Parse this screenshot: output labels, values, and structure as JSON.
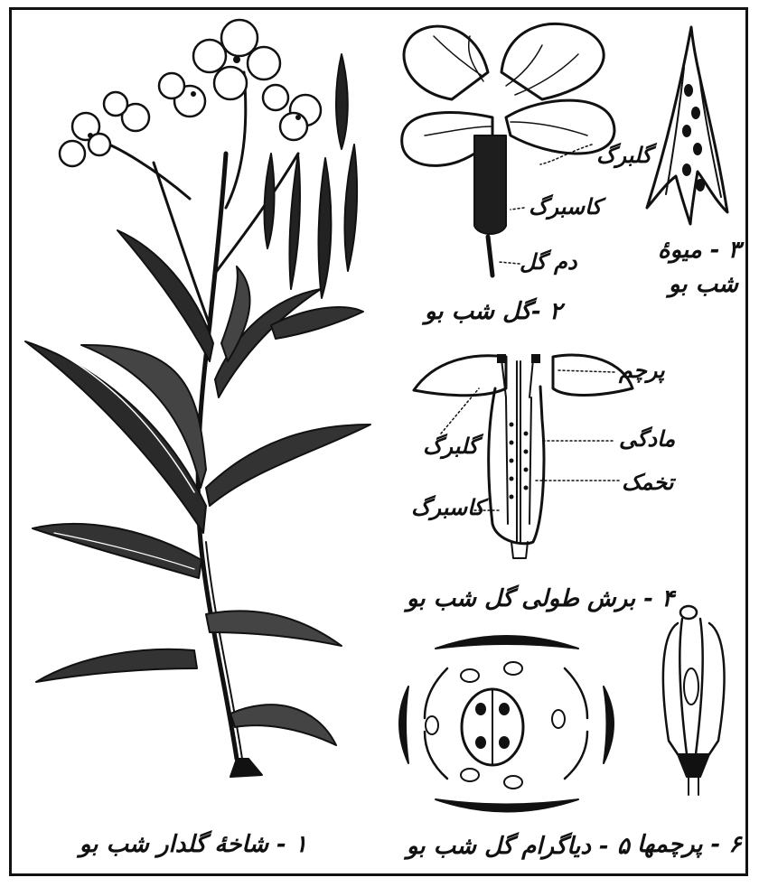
{
  "figures": {
    "fig1": {
      "caption": "۱ - شاخهٔ گلدار شب بو"
    },
    "fig2": {
      "caption": "۲ -گل شب بو",
      "labels": {
        "petal": "گلبرگ",
        "sepal": "کاسبرگ",
        "pedicel": "دم گل"
      }
    },
    "fig3": {
      "caption_line1": "۳ - میوهٔ",
      "caption_line2": "شب بو"
    },
    "fig4": {
      "caption": "۴ - برش طولی گل شب بو",
      "labels": {
        "stamen": "پرچم",
        "pistil": "مادگی",
        "petal": "گلبرگ",
        "ovule": "تخمک",
        "sepal": "کاسبرگ"
      }
    },
    "fig5": {
      "caption": "۵ - دیاگرام گل شب بو"
    },
    "fig6": {
      "caption": "۶ - پرچمها"
    }
  }
}
